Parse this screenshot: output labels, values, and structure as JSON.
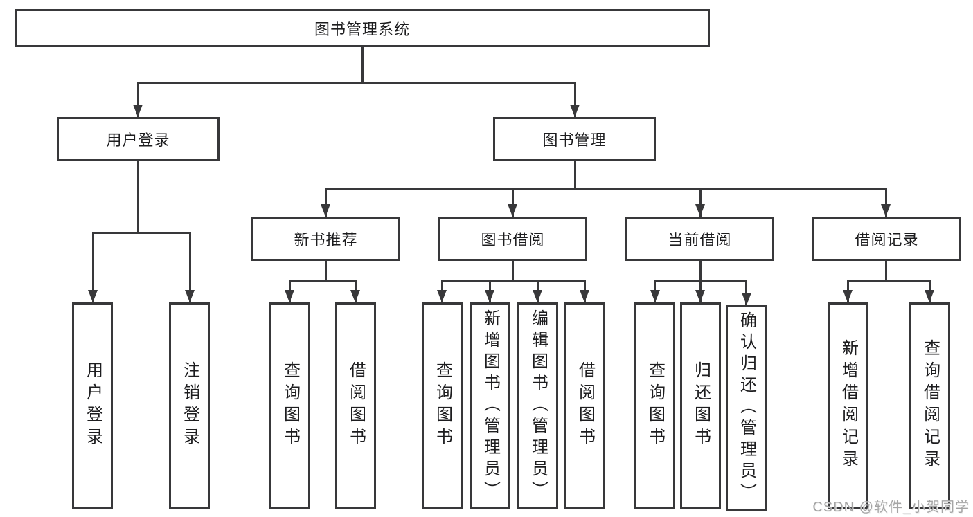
{
  "diagram": {
    "root": {
      "label": "图书管理系统"
    },
    "branches": {
      "login": {
        "label": "用户登录"
      },
      "manage": {
        "label": "图书管理"
      }
    },
    "modules": [
      {
        "label": "新书推荐"
      },
      {
        "label": "图书借阅"
      },
      {
        "label": "当前借阅"
      },
      {
        "label": "借阅记录"
      }
    ],
    "leaves": {
      "login": [
        "用户登录",
        "注销登录"
      ],
      "recommend": [
        "查询图书",
        "借阅图书"
      ],
      "borrow": [
        "查询图书",
        "新增图书（管理员）",
        "编辑图书（管理员）",
        "借阅图书"
      ],
      "current": [
        "查询图书",
        "归还图书",
        "确认归还（管理员）"
      ],
      "records": [
        "新增借阅记录",
        "查询借阅记录"
      ]
    }
  },
  "watermark": {
    "text": "CSDN @软件_小贺同学"
  },
  "colors": {
    "line": "#38383a",
    "text": "#1d1d1f",
    "watermark": "#a5a5a5",
    "background": "#ffffff"
  }
}
